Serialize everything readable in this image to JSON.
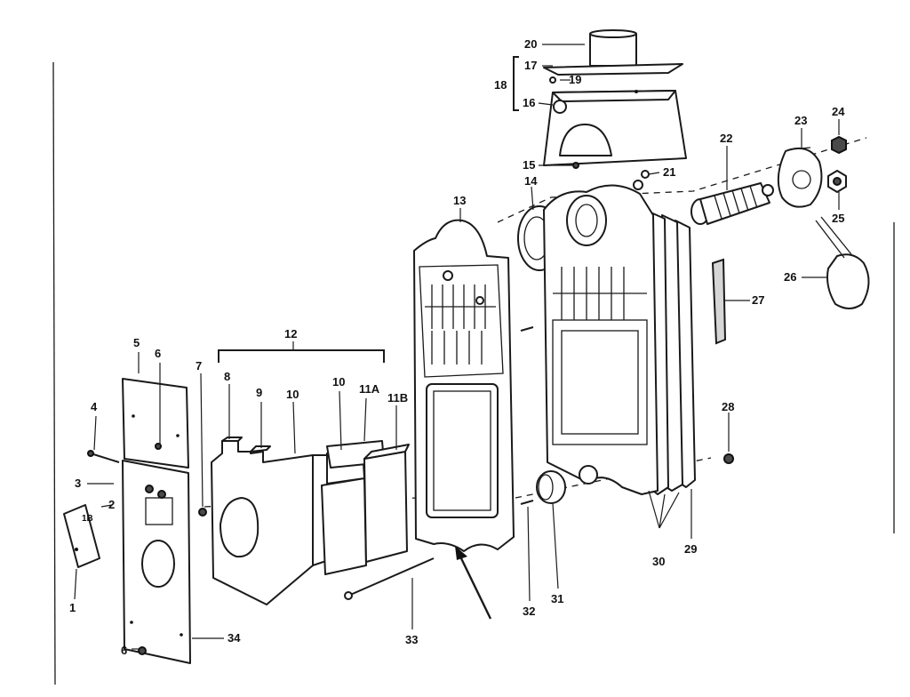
{
  "callouts": {
    "c1": "1",
    "c2": "2",
    "c3": "3",
    "c4": "4",
    "c5": "5",
    "c6a": "6",
    "c6b": "6",
    "c7": "7",
    "c8": "8",
    "c9": "9",
    "c10a": "10",
    "c10b": "10",
    "c11a": "11A",
    "c11b": "11B",
    "c12": "12",
    "c13": "13",
    "c14": "14",
    "c15": "15",
    "c16": "16",
    "c17": "17",
    "c18": "18",
    "c19": "19",
    "c20": "20",
    "c21": "21",
    "c22": "22",
    "c23": "23",
    "c24": "24",
    "c25": "25",
    "c26": "26",
    "c27": "27",
    "c28": "28",
    "c29": "29",
    "c30": "30",
    "c31": "31",
    "c32": "32",
    "c33": "33",
    "c34": "34",
    "c1b": "1B"
  },
  "icons": {
    "assembly-pointer": "arrow-icon"
  }
}
